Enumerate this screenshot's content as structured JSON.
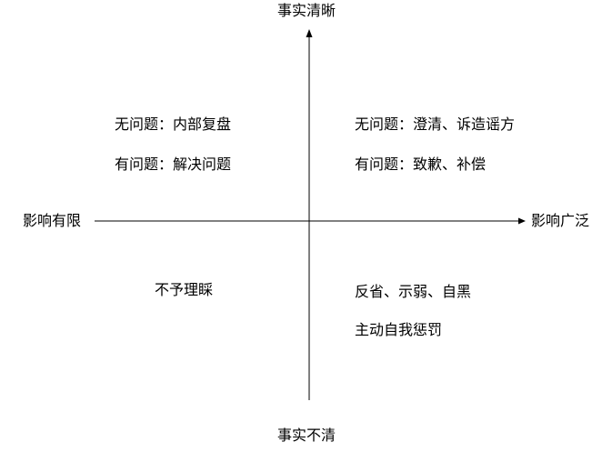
{
  "axes": {
    "top": "事实清晰",
    "bottom": "事实不清",
    "left": "影响有限",
    "right": "影响广泛"
  },
  "quadrants": {
    "top_left": [
      "无问题：内部复盘",
      "有问题：解决问题"
    ],
    "top_right": [
      "无问题：澄清、诉造谣方",
      "有问题：致歉、补偿"
    ],
    "bottom_left": [
      "不予理睬"
    ],
    "bottom_right": [
      "反省、示弱、自黑",
      "主动自我惩罚"
    ]
  },
  "colors": {
    "line": "#000000",
    "text": "#000000",
    "background": "#ffffff"
  }
}
